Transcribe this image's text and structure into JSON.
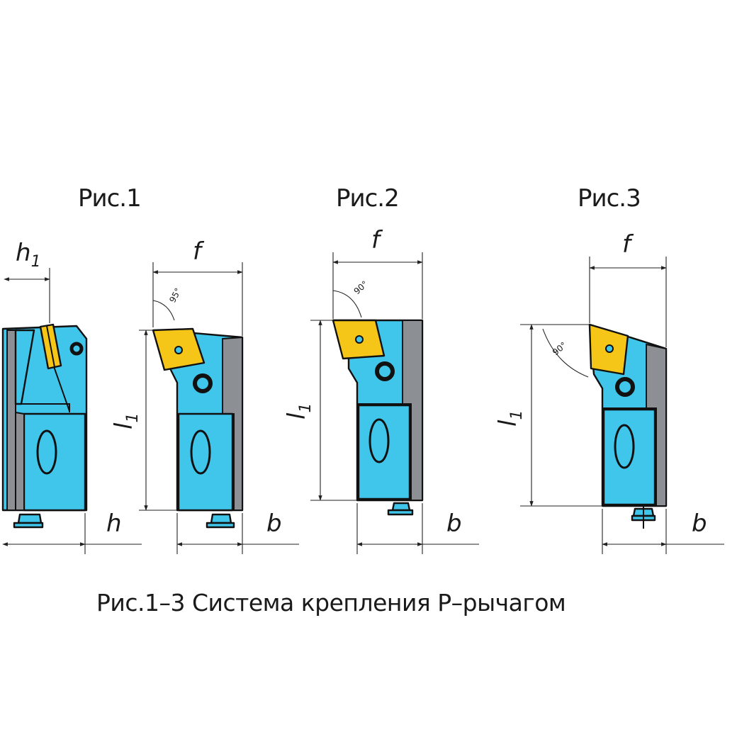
{
  "figures": [
    {
      "title": "Рис.1",
      "dims": {
        "h1_base": "h",
        "h1_sub": "1",
        "h": "h"
      }
    },
    {
      "title": "Рис.1",
      "dims": {
        "f": "f",
        "l1_base": "l",
        "l1_sub": "1",
        "b": "b",
        "angle": "95°"
      }
    },
    {
      "title": "Рис.2",
      "dims": {
        "f": "f",
        "l1_base": "l",
        "l1_sub": "1",
        "b": "b",
        "angle": "90°"
      }
    },
    {
      "title": "Рис.3",
      "dims": {
        "f": "f",
        "l1_base": "l",
        "l1_sub": "1",
        "b": "b",
        "angle": "90°"
      }
    }
  ],
  "captions": {
    "fig1": "Рис.1",
    "fig2": "Рис.2",
    "fig3": "Рис.3",
    "main": "Рис.1–3 Система крепления Р–рычагом"
  },
  "colors": {
    "holder_body": "#3fc6ea",
    "insert": "#f5c518",
    "side_shade": "#8c8f93",
    "outline": "#111111"
  }
}
